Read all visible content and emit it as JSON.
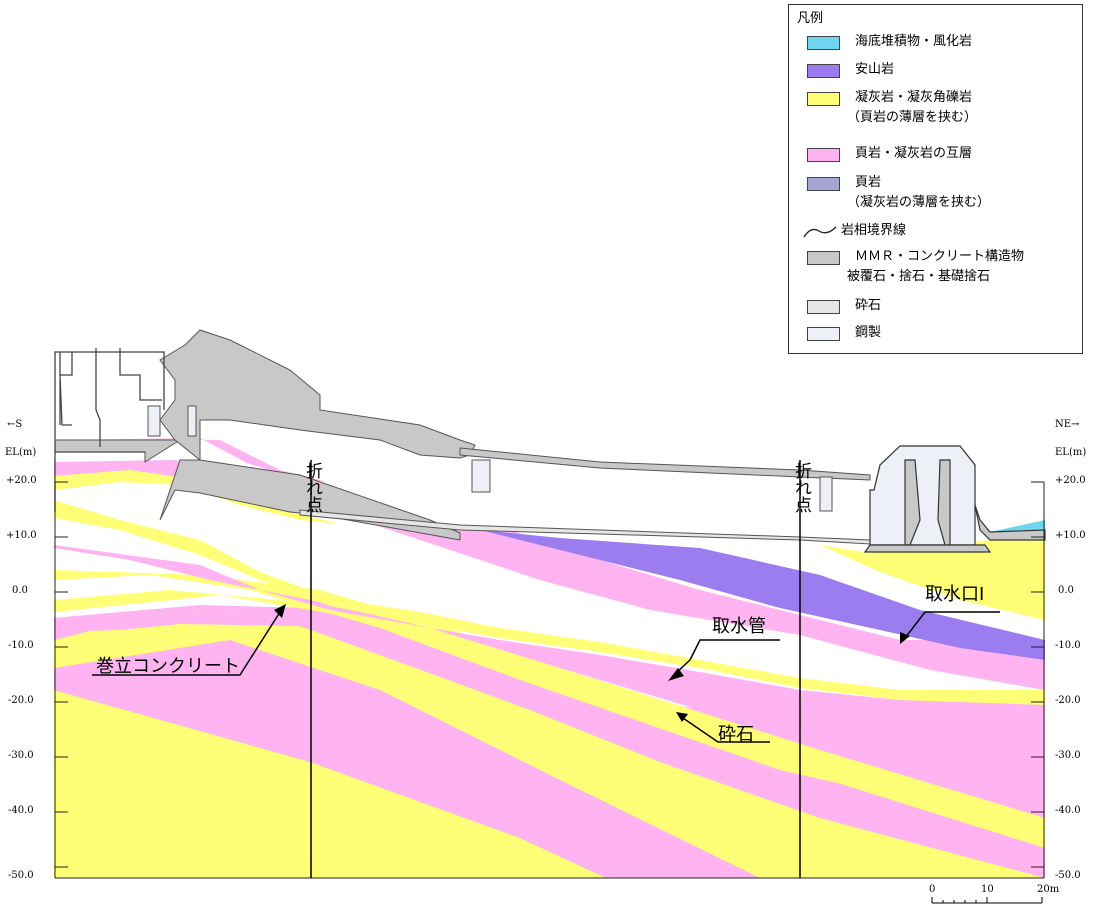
{
  "legend": {
    "title": "凡例",
    "items": [
      {
        "label": "海底堆積物・風化岩",
        "color": "#6fd4ef"
      },
      {
        "label": "安山岩",
        "color": "#9c7df0"
      },
      {
        "label": "凝灰岩・凝灰角礫岩",
        "sub": "（頁岩の薄層を挟む）",
        "color": "#ffff77"
      },
      {
        "label": "頁岩・凝灰岩の互層",
        "color": "#ffb3f0"
      },
      {
        "label": "頁岩",
        "sub": "（凝灰岩の薄層を挟む）",
        "color": "#a7a7d4"
      },
      {
        "label": "岩相境界線",
        "icon": "wavy-line-icon"
      },
      {
        "label": "ＭＭＲ・コンクリート構造物",
        "sub": "被覆石・捨石・基礎捨石",
        "color": "#c8c8c8"
      },
      {
        "label": "砕石",
        "color": "#e6e6e6"
      },
      {
        "label": "鋼製",
        "color": "#eef0f8"
      }
    ]
  },
  "axis": {
    "left_direction": "←S",
    "right_direction": "NE→",
    "unit_label": "EL(m)",
    "ticks": [
      "+20.0",
      "+10.0",
      "0.0",
      "-10.0",
      "-20.0",
      "-30.0",
      "-40.0",
      "-50.0"
    ]
  },
  "annotations": {
    "bend_point": "折れ点",
    "intake_pipe": "取水管",
    "intake_mouth": "取水口Ⅰ",
    "wound_concrete": "巻立コンクリート",
    "crushed_stone": "砕石"
  },
  "scale_bar": {
    "labels": [
      "0",
      "10",
      "20m"
    ]
  },
  "colors": {
    "sediment": "#6fd4ef",
    "andesite": "#9c7df0",
    "tuff": "#ffff77",
    "alternation": "#ffb3f0",
    "shale": "#a7a7d4",
    "concrete": "#c8c8c8",
    "crushed": "#e6e6e6",
    "steel": "#eef0f8"
  }
}
